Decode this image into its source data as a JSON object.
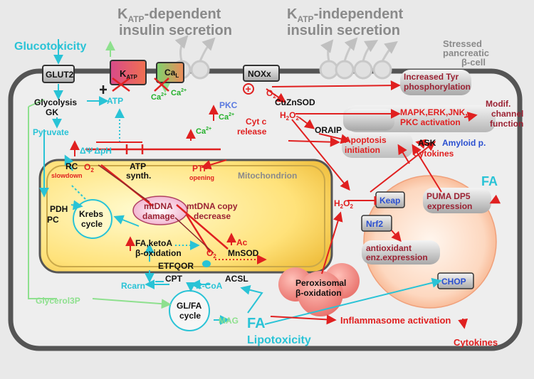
{
  "header": {
    "katp_dependent_prefix": "K",
    "katp_dependent_sub": "ATP",
    "katp_dependent_line1": "-dependent",
    "katp_dependent_line2": "insulin secretion",
    "katp_independent_prefix": "K",
    "katp_independent_sub": "ATP",
    "katp_independent_line1": "-independent",
    "katp_independent_line2": "insulin secretion"
  },
  "cell": {
    "label_line1": "Stressed",
    "label_line2": "pancreatic",
    "label_line3": "β-cell"
  },
  "membrane": {
    "glut2": "GLUT2",
    "katp_k": "K",
    "katp_sub": "ATP",
    "cal_ca": "Ca",
    "cal_sub": "L",
    "noxx": "NOXx"
  },
  "labels": {
    "glucotoxicity": "Glucotoxicity",
    "lipotoxicity": "Lipotoxicity",
    "glycolysis": "Glycolysis",
    "gk": "GK",
    "pyruvate": "Pyruvate",
    "atp_cyto": "ATP",
    "ca2_a": "Ca",
    "ca2_b": "Ca",
    "ca_sup": "2+",
    "pkc": "PKC",
    "ca2_pkc": "Ca",
    "o2": "O",
    "o2_sub": "2",
    "cuznsod": "CuZnSOD",
    "h2o2_top": "H",
    "h2o2_sub": "2",
    "h2o2_o": "O",
    "oraip": "ORAIP",
    "increased_tyr_1": "Increased Tyr",
    "increased_tyr_2": "phosphorylation",
    "mapk_1": "MAPK,ERK,JNK,",
    "mapk_2": "PKC activation",
    "modif_1": "Modif.",
    "modif_2": "channel",
    "modif_3": "function",
    "apoptosis_1": "Apoptosis",
    "apoptosis_2": "initiation",
    "ask": "ASK",
    "amyloid": "Amyloid p.",
    "cytokines_mid": "Cytokines",
    "cyt_c_1": "Cyt c",
    "cyt_c_2": "release",
    "ca2_mito": "Ca",
    "delta_psi": "ΔΨ",
    "delta_ph": "ΔpH",
    "rc": "RC",
    "slowdown": "slowdown",
    "o2_rc": "O",
    "atp_synth_1": "ATP",
    "atp_synth_2": "synth.",
    "ptp_1": "PTP",
    "ptp_2": "opening",
    "mitochondrion": "Mitochondrion",
    "pdh": "PDH",
    "pc": "PC",
    "krebs_1": "Krebs",
    "krebs_2": "cycle",
    "mtdna_1": "mtDNA",
    "mtdna_2": "damage",
    "mtdna_copy_1": "mtDNA copy",
    "mtdna_copy_2": "decrease",
    "fa_keto": "FA,ketoA",
    "beta_ox": "β-oxidation",
    "etfqor": "ETFQOR",
    "ac": "Ac",
    "mnsod": "MnSOD",
    "o2_mn": "O",
    "h2o2_mid": "H",
    "keap": "Keap",
    "nrf2": "Nrf2",
    "antiox_1": "antioxidant",
    "antiox_2": "enz.expression",
    "fa_right": "FA",
    "puma_1": "PUMA DP5",
    "puma_2": "expression",
    "chop": "CHOP",
    "rcarn": "Rcarn",
    "cpt": "CPT",
    "r_coa": "R-CoA",
    "acsl": "ACSL",
    "perox_1": "Peroxisomal",
    "perox_2": "β-oxidation",
    "glycerol3p": "Glycerol3P",
    "glfa_1": "GL/FA",
    "glfa_2": "cycle",
    "mag": "MAG",
    "fa_main": "FA",
    "inflammasome": "Inflammasome activation",
    "cytokines_bottom": "Cytokines"
  },
  "colors": {
    "cyan": "#29c3d6",
    "red": "#e02020",
    "light_green": "#8ee08e",
    "grey_text": "#8a8a8a",
    "dark_red": "#9b2233",
    "blue": "#2a4fd0"
  }
}
